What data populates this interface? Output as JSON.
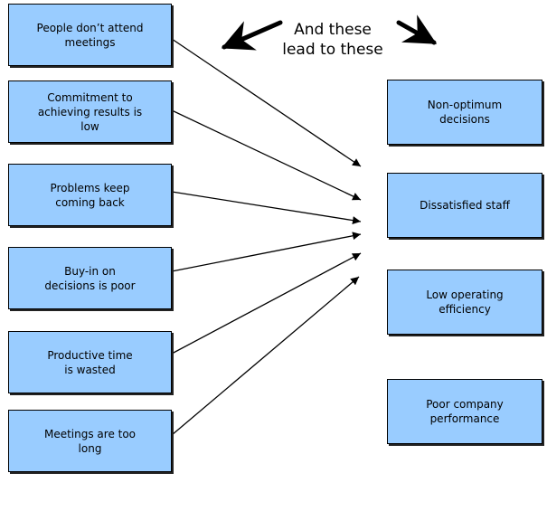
{
  "caption": "And these\nlead to these",
  "causes": [
    "People don’t attend\nmeetings",
    "Commitment to\nachieving results is\nlow",
    "Problems keep\ncoming back",
    "Buy-in on\ndecisions is poor",
    "Productive time\nis wasted",
    "Meetings are too\nlong"
  ],
  "effects": [
    "Non-optimum\ndecisions",
    "Dissatisfied staff",
    "Low operating\nefficiency",
    "Poor company\nperformance"
  ],
  "colors": {
    "box_fill": "#99ccff",
    "box_border": "#000000",
    "arrow": "#000000"
  }
}
